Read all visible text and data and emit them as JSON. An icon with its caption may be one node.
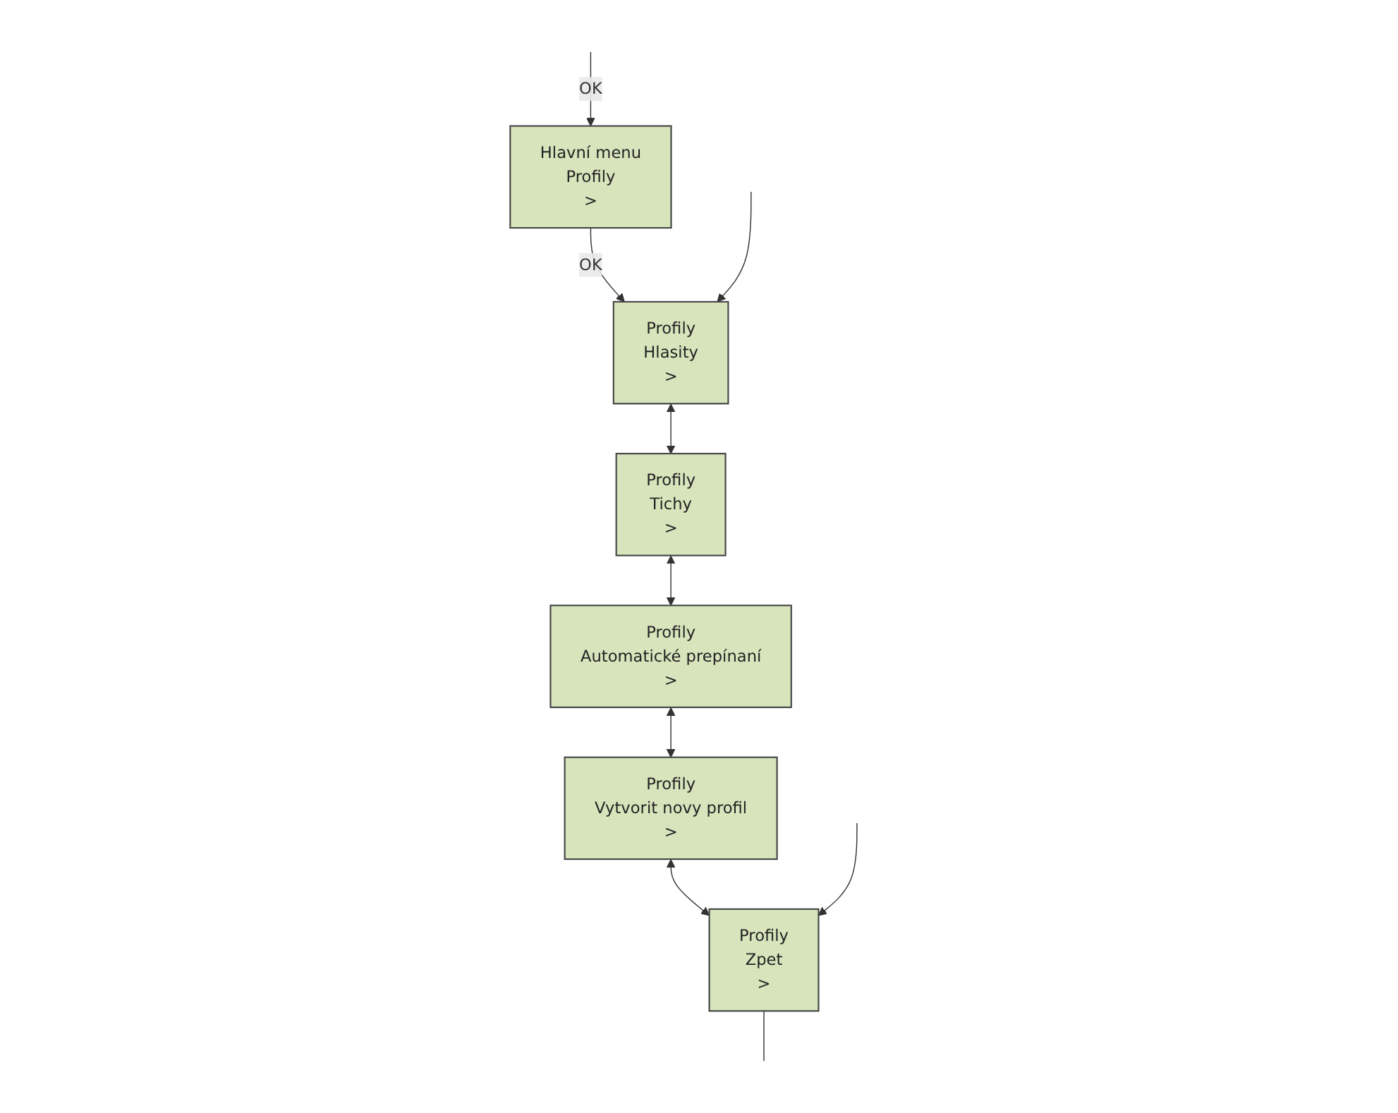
{
  "diagram": {
    "nodes": [
      {
        "text": [
          "Hlavní menu",
          "Profily",
          ">"
        ]
      },
      {
        "text": [
          "Profily",
          "Hlasity",
          ">"
        ]
      },
      {
        "text": [
          "Profily",
          "Tichy",
          ">"
        ]
      },
      {
        "text": [
          "Profily",
          "Automatické prepínaní",
          ">"
        ]
      },
      {
        "text": [
          "Profily",
          "Vytvorit novy profil",
          ">"
        ]
      },
      {
        "text": [
          "Profily",
          "Zpet",
          ">"
        ]
      }
    ],
    "edges": [
      {
        "from": 0,
        "to": 1,
        "arrow": "to",
        "label": "OK"
      },
      {
        "from": 1,
        "to": 2,
        "arrow": "both"
      },
      {
        "from": 2,
        "to": 3,
        "arrow": "both"
      },
      {
        "from": 3,
        "to": 4,
        "arrow": "both"
      },
      {
        "from": 4,
        "to": 5,
        "arrow": "both"
      },
      {
        "from": 5,
        "to": null,
        "arrow": "none"
      },
      {
        "from": null,
        "to": 5,
        "arrow": "to"
      },
      {
        "from": null,
        "to": 1,
        "arrow": "to"
      },
      {
        "from": null,
        "to": 0,
        "arrow": "to",
        "label": "OK"
      }
    ]
  }
}
